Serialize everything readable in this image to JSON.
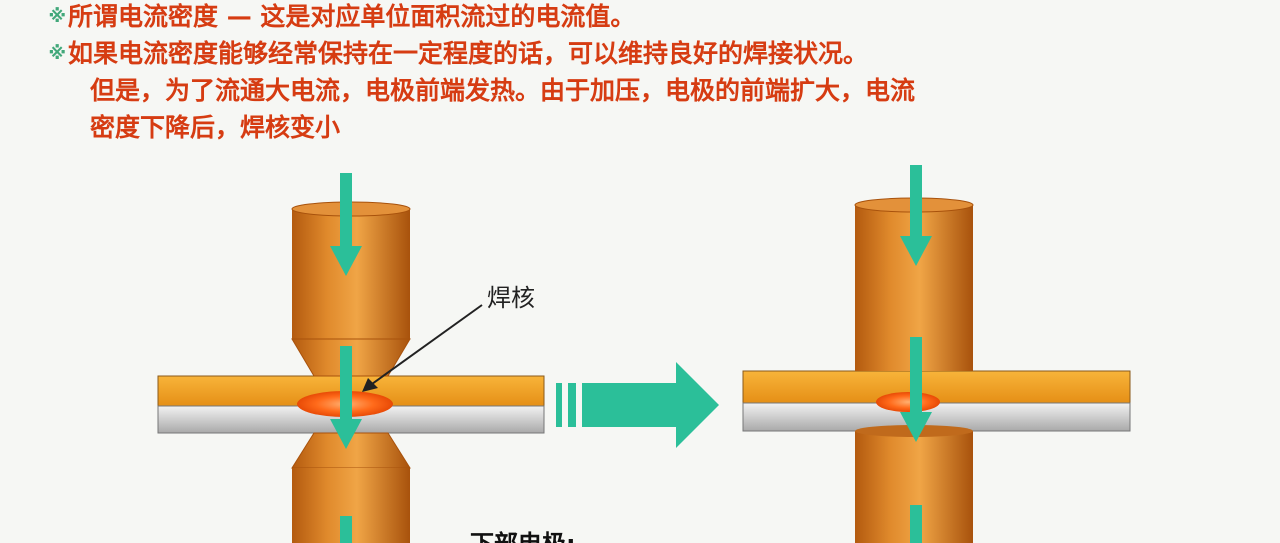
{
  "notes": {
    "mark": "※",
    "line1": "所谓电流密度 — 这是对应单位面积流过的电流值。",
    "line2": "如果电流密度能够经常保持在一定程度的话，可以维持良好的焊接状况。",
    "line3": "但是，为了流通大电流，电极前端发热。由于加压，电极的前端扩大，电流",
    "line4": "密度下降后，焊核变小"
  },
  "diagram": {
    "nugget_label": "焊核",
    "bottom_caption": "下部电极:"
  },
  "colors": {
    "text_red": "#d63c12",
    "mark_green": "#41a87a",
    "electrode_orange": "#d9771c",
    "plate_top": "#f4a321",
    "plate_bottom": "#c9c9c9",
    "arrow_teal": "#2bbf99",
    "nugget": "#ff5a10"
  }
}
